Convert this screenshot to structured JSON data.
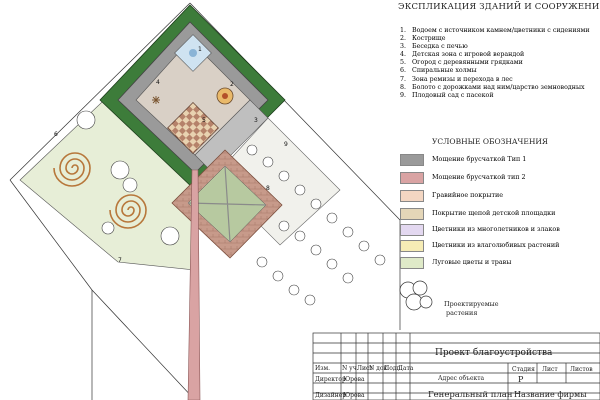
{
  "title": "ЭКСПЛИКАЦИЯ ЗДАНИЙ И СООРУЖЕНИЙ",
  "explication": [
    {
      "n": "1.",
      "text": "Водоем с источником камнем/цветники с сидениями"
    },
    {
      "n": "2.",
      "text": "Кострище"
    },
    {
      "n": "3.",
      "text": "Беседка с печью"
    },
    {
      "n": "4.",
      "text": "Детская зона с игровой верандой"
    },
    {
      "n": "5.",
      "text": "Огород с деревянными грядками"
    },
    {
      "n": "6.",
      "text": "Спиральные холмы"
    },
    {
      "n": "7.",
      "text": "Зона ремизы и перехода в лес"
    },
    {
      "n": "8.",
      "text": "Болото с дорожками над ним/царство земноводных"
    },
    {
      "n": "9.",
      "text": "Плодовый сад с пасекой"
    }
  ],
  "legend_title": "УСЛОВНЫЕ ОБОЗНАЧЕНИЯ",
  "legend": [
    {
      "label": "Мощение брусчаткой Тип 1",
      "color": "#9a9a9a"
    },
    {
      "label": "Мощение брусчаткой тип 2",
      "color": "#d9a3a3"
    },
    {
      "label": "Гравийное покрытие",
      "color": "#f3d6c2"
    },
    {
      "label": "Покрытие щепой детской площадки",
      "color": "#e4d6b8"
    },
    {
      "label": "Цветники из многолетников и злаков",
      "color": "#e3d8f0"
    },
    {
      "label": "Цветники из влаголюбивых растений",
      "color": "#f6ecb5"
    },
    {
      "label": "Луговые цветы и травы",
      "color": "#dfeac8"
    }
  ],
  "legend_trees_label_1": "Проектируемые",
  "legend_trees_label_2": "растения",
  "title_block": {
    "project": "Проект благоустройства",
    "address": "Адрес объекта",
    "sheet_name": "Генеральный план",
    "firm": "Название фирмы",
    "headers": [
      "Изм.",
      "N уч.",
      "Лист",
      "N док.",
      "Подп.",
      "Дата"
    ],
    "stage_label": "Стадия",
    "sheet_label": "Лист",
    "sheets_label": "Листов",
    "stage_value": "Р",
    "roles": [
      {
        "role": "Директор",
        "name": "Юрова"
      },
      {
        "role": "Дизайнер",
        "name": "Юрова"
      }
    ]
  },
  "plan_labels": [
    "1",
    "2",
    "3",
    "4",
    "5",
    "6",
    "7",
    "8",
    "9"
  ]
}
